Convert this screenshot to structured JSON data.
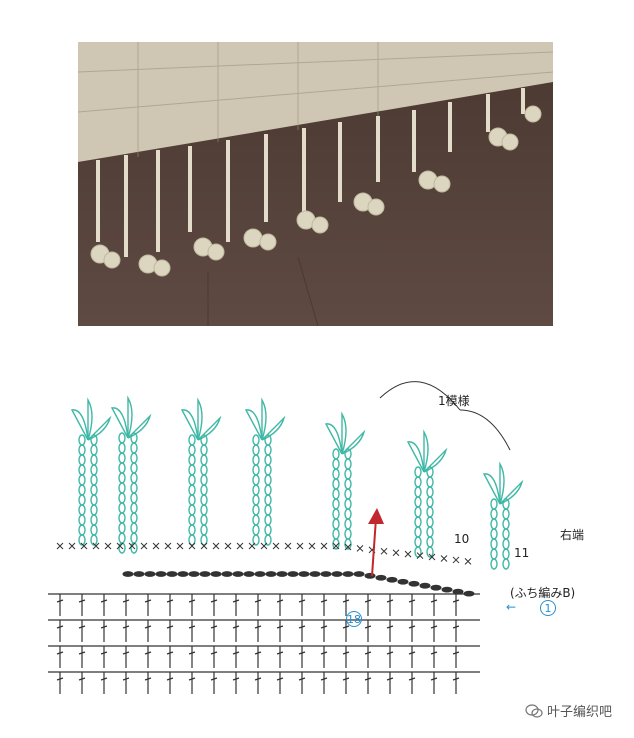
{
  "diagram": {
    "pattern_repeat_label": "1模様",
    "right_edge_label": "右端",
    "row_label_10": "10",
    "row_label_11": "11",
    "edging_label": "(ふち編みB)",
    "start_marker": "1",
    "start_arrow": "←",
    "row_marker_18": "18"
  },
  "watermark": {
    "text": "叶子编织吧"
  },
  "colors": {
    "teal": "#3fb8a6",
    "dark": "#333333",
    "red": "#c0282d",
    "blue": "#2a8fcf"
  }
}
